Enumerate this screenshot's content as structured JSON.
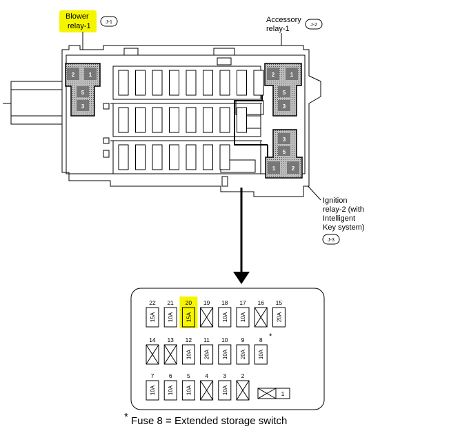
{
  "labels": {
    "blower": [
      "Blower",
      "relay-1"
    ],
    "accessory": [
      "Accessory",
      "relay-1"
    ],
    "ignition": [
      "Ignition",
      "relay-2 (with",
      "Intelligent",
      "Key system)"
    ]
  },
  "connectors": {
    "blower": "J-1",
    "accessory": "J-2",
    "ignition": "J-3"
  },
  "relays": {
    "blower": [
      "2",
      "1",
      "5",
      "3"
    ],
    "accessory": [
      "2",
      "1",
      "5",
      "3"
    ],
    "ignition": [
      "3",
      "5",
      "1",
      "2"
    ]
  },
  "fuse_rows": [
    [
      {
        "num": "22",
        "amp": "15A"
      },
      {
        "num": "21",
        "amp": "10A"
      },
      {
        "num": "20",
        "amp": "15A",
        "highlight": true
      },
      {
        "num": "19",
        "amp": ""
      },
      {
        "num": "18",
        "amp": "10A"
      },
      {
        "num": "17",
        "amp": "10A"
      },
      {
        "num": "16",
        "amp": ""
      },
      {
        "num": "15",
        "amp": "20A"
      }
    ],
    [
      {
        "num": "14",
        "amp": ""
      },
      {
        "num": "13",
        "amp": ""
      },
      {
        "num": "12",
        "amp": "10A"
      },
      {
        "num": "11",
        "amp": "20A"
      },
      {
        "num": "10",
        "amp": "10A"
      },
      {
        "num": "9",
        "amp": "20A"
      },
      {
        "num": "8",
        "amp": "10A"
      }
    ],
    [
      {
        "num": "7",
        "amp": "10A"
      },
      {
        "num": "6",
        "amp": "10A"
      },
      {
        "num": "5",
        "amp": "10A"
      },
      {
        "num": "4",
        "amp": ""
      },
      {
        "num": "3",
        "amp": "10A"
      },
      {
        "num": "2",
        "amp": ""
      }
    ]
  ],
  "fuse_1": "1",
  "fuse_8_marker": "*",
  "footnote": {
    "star": "*",
    "text": "Fuse 8 = Extended storage switch"
  },
  "colors": {
    "highlight": "#f5f500",
    "relay_fill": "#a9a9a9",
    "line": "#000000"
  }
}
